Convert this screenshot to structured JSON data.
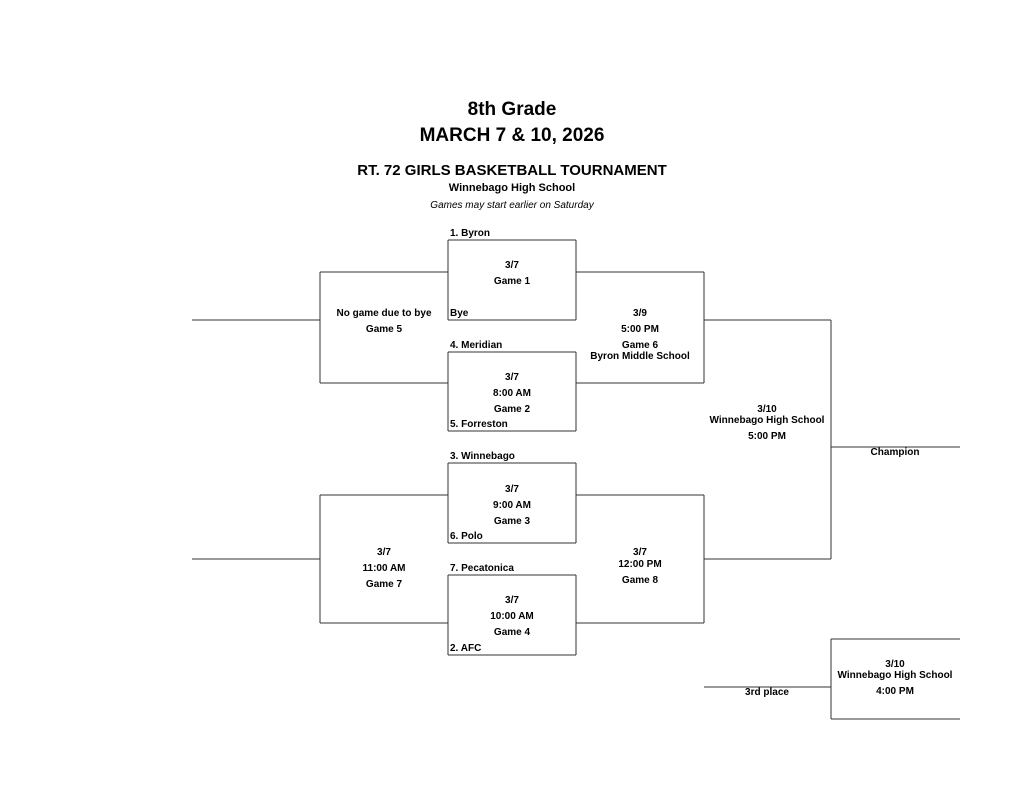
{
  "header": {
    "grade": "8th Grade",
    "dates": "MARCH 7 & 10, 2026",
    "title": "RT. 72 GIRLS BASKETBALL TOURNAMENT",
    "host": "Winnebago High School",
    "note": "Games may start earlier on Saturday"
  },
  "teams": {
    "t1": "1. Byron",
    "bye": "Bye",
    "t4": "4. Meridian",
    "t5": "5. Forreston",
    "t3": "3. Winnebago",
    "t6": "6. Polo",
    "t7": "7. Pecatonica",
    "t2": "2. AFC"
  },
  "games": {
    "g1": {
      "date": "3/7",
      "name": "Game 1"
    },
    "g2": {
      "date": "3/7",
      "time": "8:00 AM",
      "name": "Game 2"
    },
    "g3": {
      "date": "3/7",
      "time": "9:00 AM",
      "name": "Game 3"
    },
    "g4": {
      "date": "3/7",
      "time": "10:00 AM",
      "name": "Game 4"
    },
    "g5": {
      "note": "No game due to bye",
      "name": "Game 5"
    },
    "g6": {
      "date": "3/9",
      "time": "5:00 PM",
      "name": "Game 6",
      "site": "Byron Middle School"
    },
    "g7": {
      "date": "3/7",
      "time": "11:00 AM",
      "name": "Game  7"
    },
    "g8": {
      "date": "3/7",
      "time": "12:00 PM",
      "name": "Game 8"
    },
    "final": {
      "date": "3/10",
      "site": "Winnebago High School",
      "time": "5:00 PM"
    },
    "third": {
      "date": "3/10",
      "site": "Winnebago High School",
      "time": "4:00 PM"
    }
  },
  "labels": {
    "champion": "Champion",
    "third_place": "3rd place"
  }
}
